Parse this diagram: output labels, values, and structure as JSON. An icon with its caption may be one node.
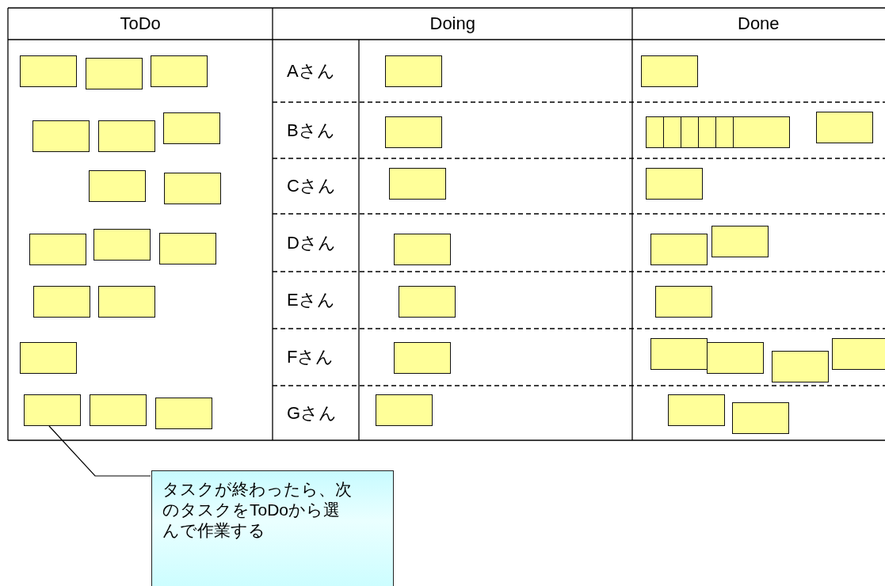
{
  "diagram": {
    "nodes": [
      {
        "text": [],
        "shape": "box"
      },
      {
        "text": [],
        "shape": "box"
      },
      {
        "text": [],
        "shape": "box"
      },
      {
        "text": [],
        "shape": "box"
      },
      {
        "text": [],
        "shape": "box"
      },
      {
        "text": [],
        "shape": "box"
      },
      {
        "text": [],
        "shape": "box"
      },
      {
        "text": [],
        "shape": "box"
      },
      {
        "text": [],
        "shape": "box"
      },
      {
        "text": [],
        "shape": "box"
      },
      {
        "text": [],
        "shape": "box"
      },
      {
        "text": [],
        "shape": "box"
      },
      {
        "text": [],
        "shape": "box"
      },
      {
        "text": [],
        "shape": "box"
      },
      {
        "text": [],
        "shape": "box"
      },
      {
        "text": [],
        "shape": "box"
      },
      {
        "text": [],
        "shape": "box"
      },
      {
        "text": [],
        "shape": "box"
      },
      {
        "text": [],
        "shape": "box"
      },
      {
        "text": [],
        "shape": "box"
      },
      {
        "text": [],
        "shape": "box"
      },
      {
        "text": [],
        "shape": "box"
      },
      {
        "text": [],
        "shape": "box"
      },
      {
        "text": [],
        "shape": "box"
      },
      {
        "text": [],
        "shape": "box"
      },
      {
        "text": [],
        "shape": "box"
      },
      {
        "text": [],
        "shape": "box"
      },
      {
        "text": [],
        "shape": "box"
      },
      {
        "text": [],
        "shape": "box"
      },
      {
        "text": [],
        "shape": "box"
      },
      {
        "text": [],
        "shape": "box"
      },
      {
        "text": [],
        "shape": "box"
      },
      {
        "text": [],
        "shape": "box"
      },
      {
        "text": [],
        "shape": "box"
      },
      {
        "text": [],
        "shape": "box"
      },
      {
        "text": [],
        "shape": "box"
      },
      {
        "text": [],
        "shape": "box"
      },
      {
        "text": [],
        "shape": "box"
      },
      {
        "text": [],
        "shape": "box"
      },
      {
        "text": [],
        "shape": "box"
      },
      {
        "text": [],
        "shape": "box"
      },
      {
        "text": [],
        "shape": "box"
      },
      {
        "text": [
          "タスクが終わったら、次のタスクをToDoから選んで作業する"
        ]
      }
    ],
    "edges": [
      {
        "from": 42,
        "to": 14,
        "arrow": "none"
      }
    ],
    "labels": [
      "ToDo",
      "Doing",
      "Done",
      "Aさん",
      "Bさん",
      "Cさん",
      "Dさん",
      "Eさん",
      "Fさん",
      "Gさん"
    ]
  }
}
